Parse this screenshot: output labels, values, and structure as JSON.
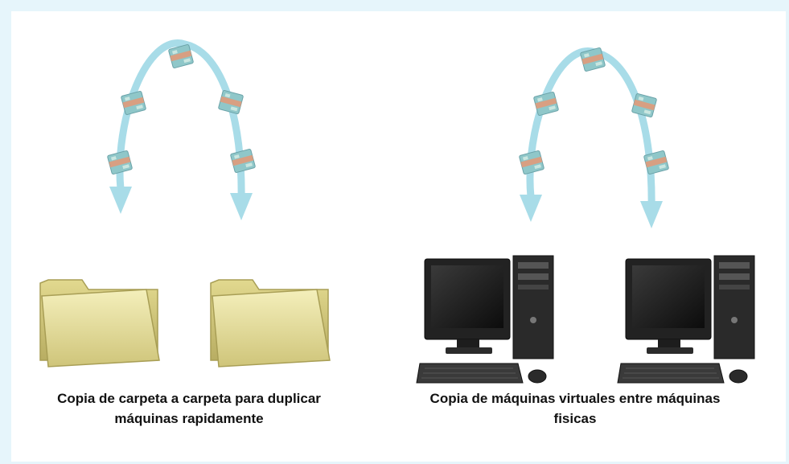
{
  "captions": {
    "left_line1": "Copia de carpeta a carpeta para duplicar",
    "left_line2": "máquinas rapidamente",
    "right_line1": "Copia de máquinas virtuales entre máquinas",
    "right_line2": "fisicas"
  },
  "icons": {
    "folder_left_1": "folder-icon",
    "folder_left_2": "folder-icon",
    "computer_right_1": "desktop-computer-icon",
    "computer_right_2": "desktop-computer-icon",
    "packet": "data-packet-icon"
  },
  "colors": {
    "arrow": "#a8dce8",
    "folder": "#e8e09c",
    "background": "#e6f5fb"
  }
}
